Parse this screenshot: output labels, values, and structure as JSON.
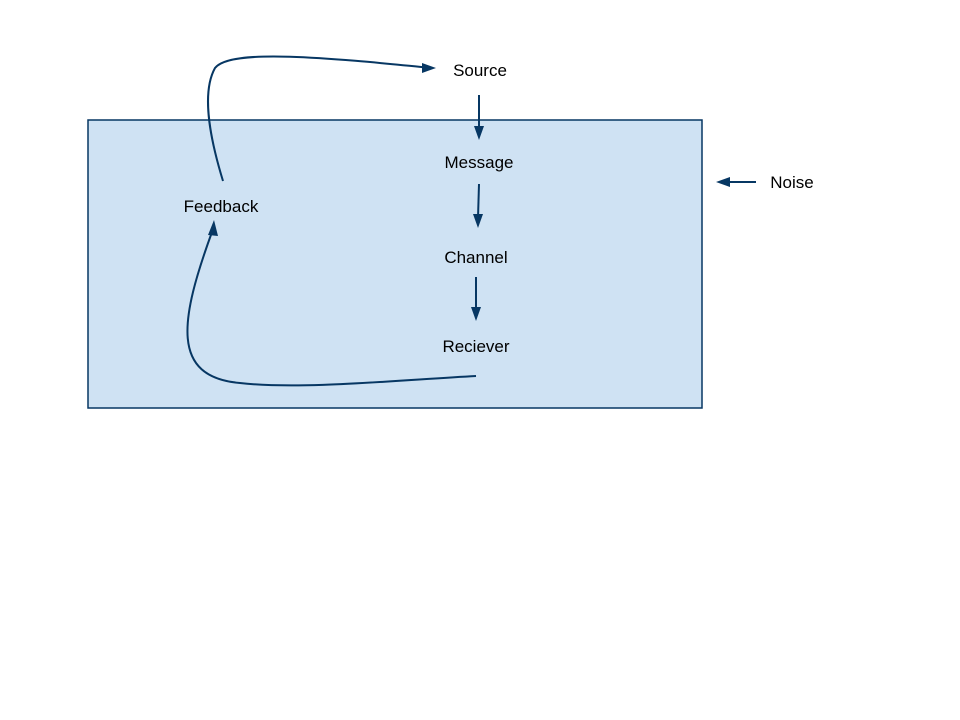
{
  "nodes": {
    "source": "Source",
    "message": "Message",
    "channel": "Channel",
    "receiver": "Reciever",
    "feedback": "Feedback",
    "noise": "Noise"
  },
  "colors": {
    "box_fill": "#cfe2f3",
    "box_stroke": "#073763",
    "arrow": "#073763",
    "text": "#000000",
    "background": "#ffffff"
  }
}
